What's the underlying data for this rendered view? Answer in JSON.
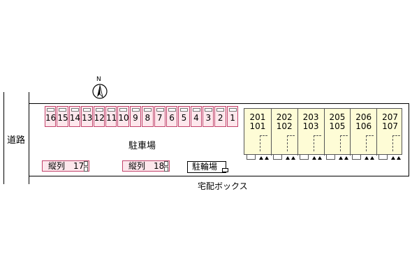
{
  "map": {
    "road_label": "道路",
    "parking_label": "駐車場",
    "bicycle_parking_label": "駐輪場",
    "delivery_box_label": "宅配ボックス",
    "compass_label": "N",
    "parking_spaces": [
      "16",
      "15",
      "14",
      "13",
      "12",
      "11",
      "10",
      "9",
      "8",
      "7",
      "6",
      "5",
      "4",
      "3",
      "2",
      "1"
    ],
    "tandem_spaces": [
      "縦列　17",
      "縦列　18"
    ],
    "units": [
      {
        "upper": "201",
        "lower": "101"
      },
      {
        "upper": "202",
        "lower": "102"
      },
      {
        "upper": "203",
        "lower": "103"
      },
      {
        "upper": "205",
        "lower": "105"
      },
      {
        "upper": "206",
        "lower": "106"
      },
      {
        "upper": "207",
        "lower": "107"
      }
    ],
    "colors": {
      "parking_fill": "#fde7ec",
      "parking_border": "#c2436b",
      "building_fill": "#fefcd6"
    }
  }
}
